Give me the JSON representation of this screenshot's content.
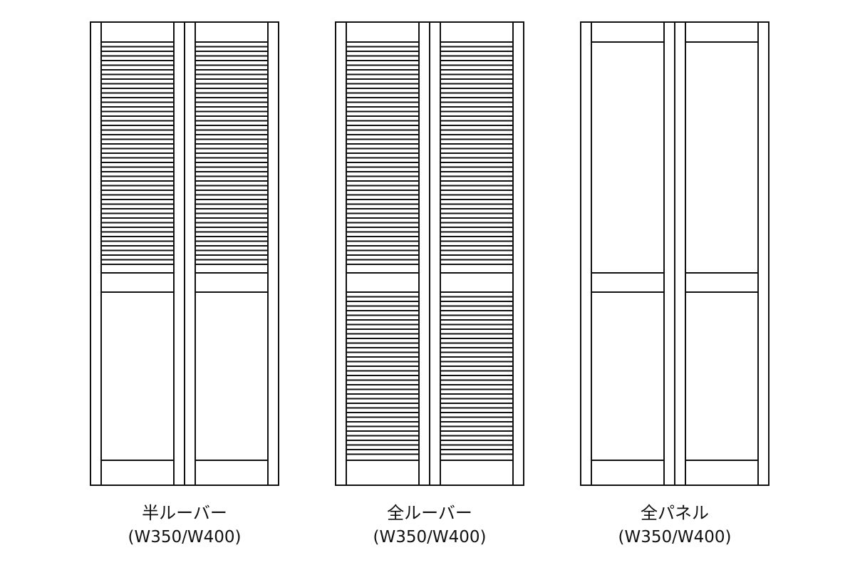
{
  "colors": {
    "line": "#111111",
    "background": "#ffffff"
  },
  "doors": [
    {
      "id": "half-louver",
      "name": "半ルーバー",
      "size": "(W350/W400)",
      "style": "half-louver"
    },
    {
      "id": "full-louver",
      "name": "全ルーバー",
      "size": "(W350/W400)",
      "style": "full-louver"
    },
    {
      "id": "full-panel",
      "name": "全パネル",
      "size": "(W350/W400)",
      "style": "full-panel"
    }
  ]
}
